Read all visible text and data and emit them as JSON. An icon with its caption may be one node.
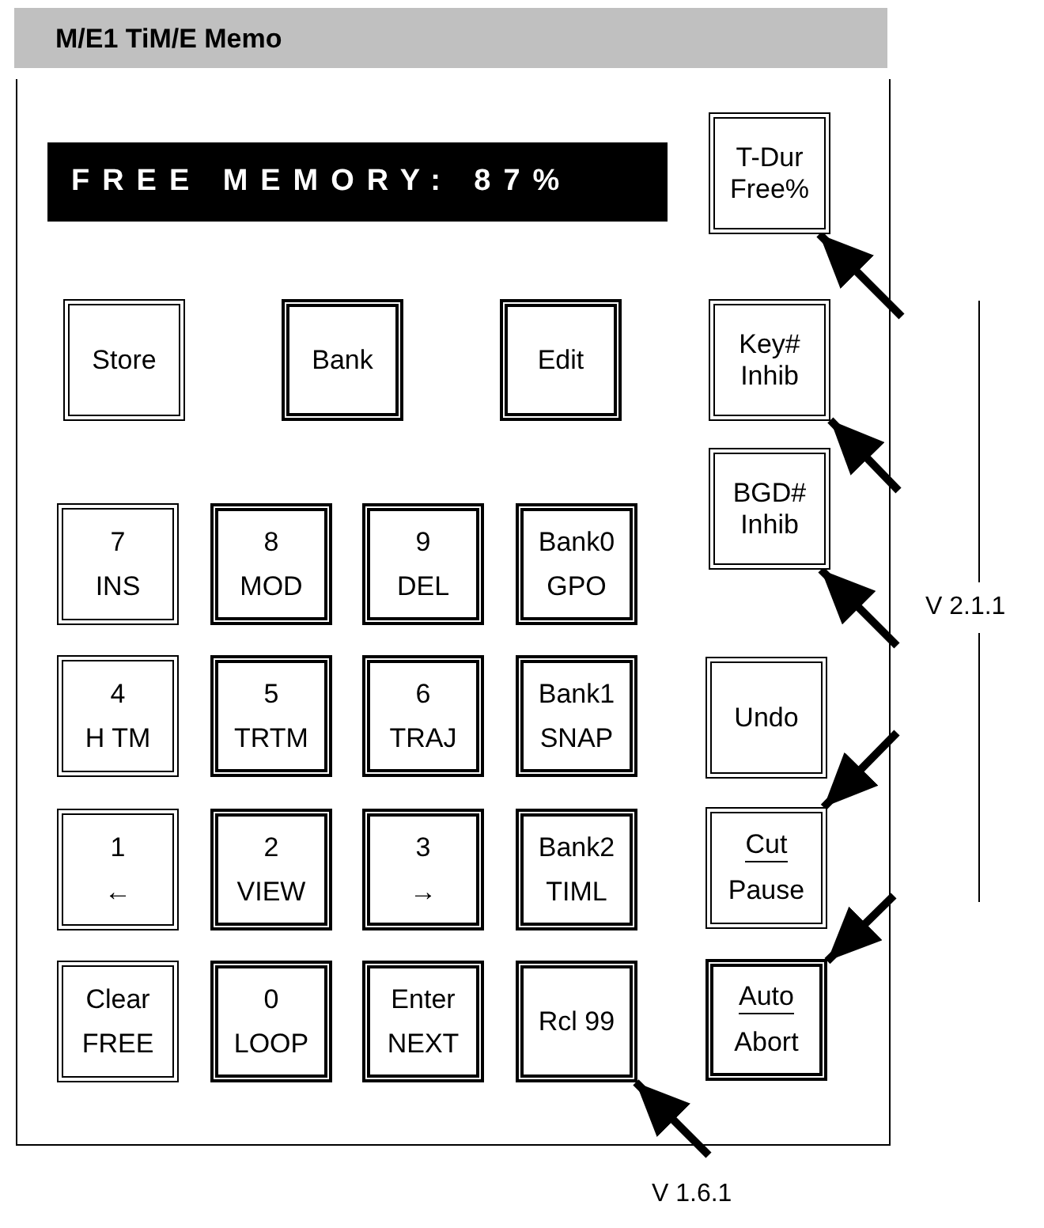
{
  "diagram": {
    "title": "M/E1 TiM/E Memo",
    "nodes": [
      {
        "text": [
          "FREE MEMORY: 87%"
        ]
      },
      {
        "text": [
          "T-Dur Free%"
        ]
      },
      {
        "text": [
          "Store"
        ]
      },
      {
        "text": [
          "Bank"
        ]
      },
      {
        "text": [
          "Edit"
        ]
      },
      {
        "text": [
          "Key# Inhib"
        ]
      },
      {
        "text": [
          "BGD# Inhib"
        ]
      },
      {
        "text": [
          "7",
          "INS"
        ]
      },
      {
        "text": [
          "8",
          "MOD"
        ]
      },
      {
        "text": [
          "9",
          "DEL"
        ]
      },
      {
        "text": [
          "Bank0",
          "GPO"
        ]
      },
      {
        "text": [
          "4",
          "H TM"
        ]
      },
      {
        "text": [
          "5",
          "TRTM"
        ]
      },
      {
        "text": [
          "6",
          "TRAJ"
        ]
      },
      {
        "text": [
          "Bank1",
          "SNAP"
        ]
      },
      {
        "text": [
          "Undo"
        ]
      },
      {
        "text": [
          "1",
          "←"
        ]
      },
      {
        "text": [
          "2",
          "VIEW"
        ]
      },
      {
        "text": [
          "3",
          "→"
        ]
      },
      {
        "text": [
          "Bank2",
          "TIML"
        ]
      },
      {
        "text": [
          "Cut",
          "Pause"
        ]
      },
      {
        "text": [
          "Clear",
          "FREE"
        ]
      },
      {
        "text": [
          "0",
          "LOOP"
        ]
      },
      {
        "text": [
          "Enter",
          "NEXT"
        ]
      },
      {
        "text": [
          "Rcl 99"
        ]
      },
      {
        "text": [
          "Auto",
          "Abort"
        ]
      }
    ],
    "edges": [
      {
        "from": null,
        "to": 1,
        "arrow": "to"
      },
      {
        "from": null,
        "to": 5,
        "arrow": "to"
      },
      {
        "from": null,
        "to": 6,
        "arrow": "to"
      },
      {
        "from": null,
        "to": 20,
        "arrow": "to"
      },
      {
        "from": null,
        "to": 25,
        "arrow": "to"
      },
      {
        "from": null,
        "to": 24,
        "arrow": "to"
      }
    ],
    "labels": [
      "V 2.1.1",
      "V 1.6.1"
    ]
  }
}
